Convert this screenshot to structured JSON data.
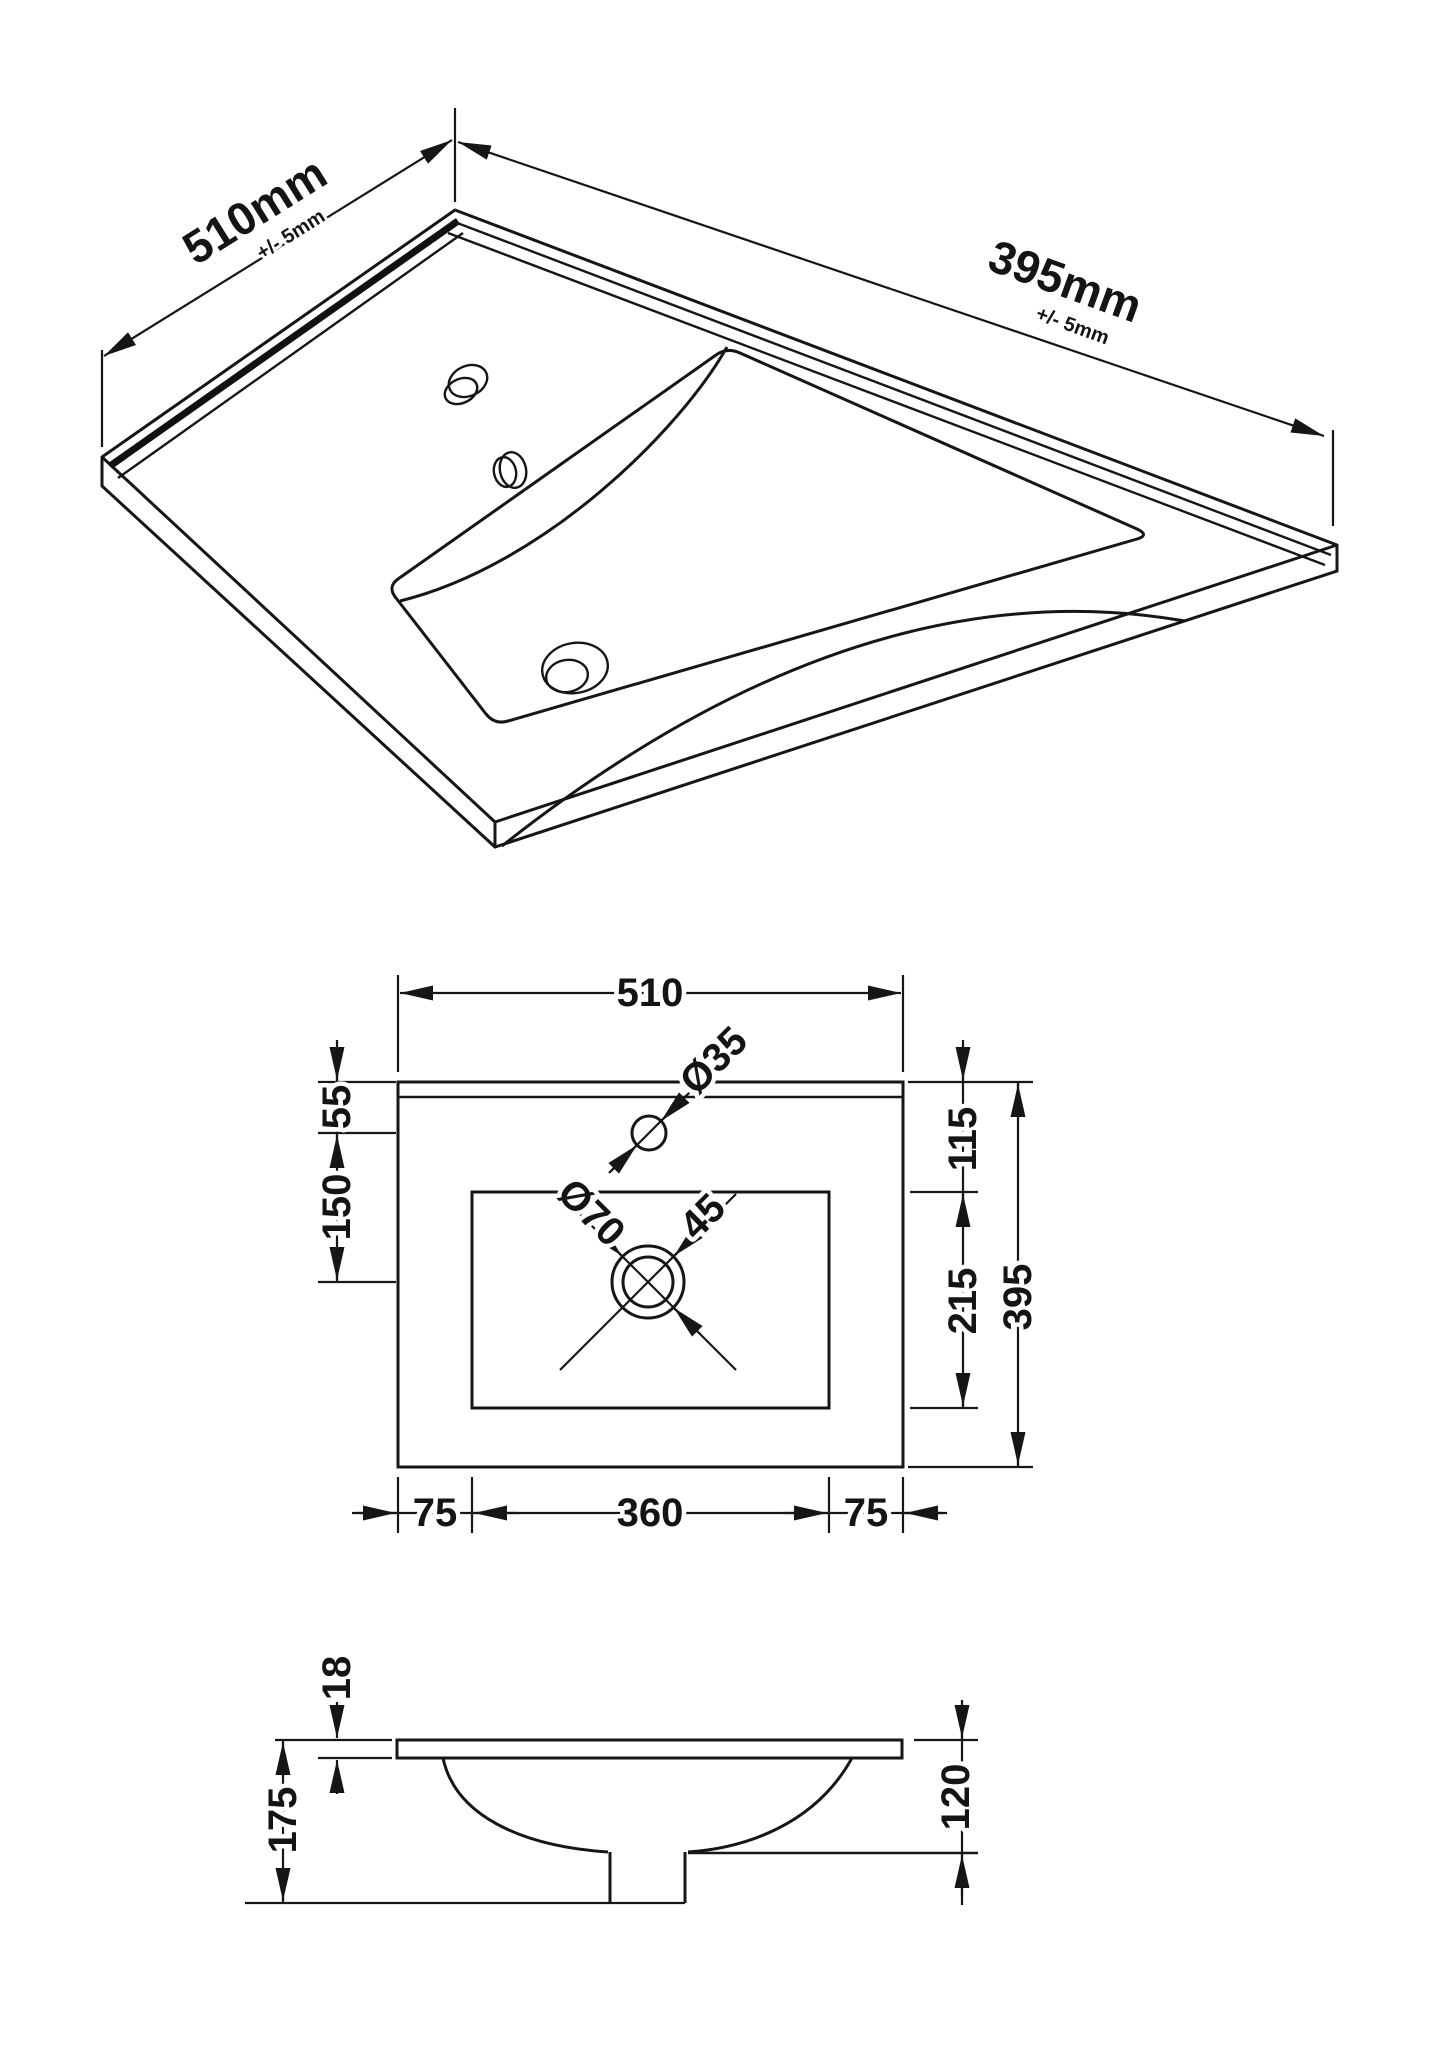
{
  "drawing": {
    "type": "technical-dimension-drawing",
    "subject": "inset basin / vanity washbasin top",
    "units": "mm",
    "ink_color": "#161616",
    "background_color": "#ffffff"
  },
  "iso_view": {
    "width_dim": {
      "value": "510mm",
      "tolerance": "+/- 5mm"
    },
    "depth_dim": {
      "value": "395mm",
      "tolerance": "+/- 5mm"
    }
  },
  "plan_view": {
    "dim_width": "510",
    "dim_depth": "395",
    "dim_tap_offset": "55",
    "dim_tap_to_drain": "150",
    "dim_rim_back_offset": "115",
    "dim_rim_depth": "215",
    "dim_left_margin": "75",
    "dim_rim_width": "360",
    "dim_right_margin": "75",
    "label_tap_hole_dia": "Ø35",
    "label_drain_outer_dia": "Ø70",
    "label_drain_inner_dia": "45"
  },
  "side_view": {
    "dim_top_thickness": "18",
    "dim_total_height": "175",
    "dim_bowl_depth": "120"
  }
}
